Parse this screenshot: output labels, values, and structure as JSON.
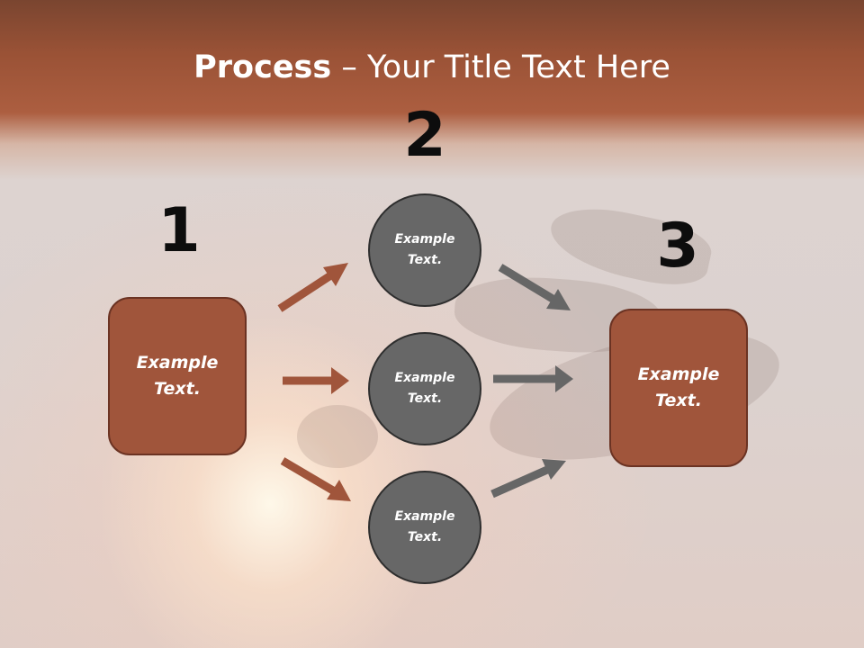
{
  "slide": {
    "title_bold": "Process",
    "title_rest": " – Your Title Text Here"
  },
  "steps": {
    "n1": "1",
    "n2": "2",
    "n3": "3"
  },
  "nodes": {
    "left_box": "Example\nText.",
    "circle_top": "Example\nText.",
    "circle_middle": "Example\nText.",
    "circle_bottom": "Example\nText.",
    "right_box": "Example\nText."
  },
  "colors": {
    "box_fill": "#a0553b",
    "circle_fill": "#676767",
    "arrow_brown": "#a0553b",
    "arrow_gray": "#666666"
  }
}
